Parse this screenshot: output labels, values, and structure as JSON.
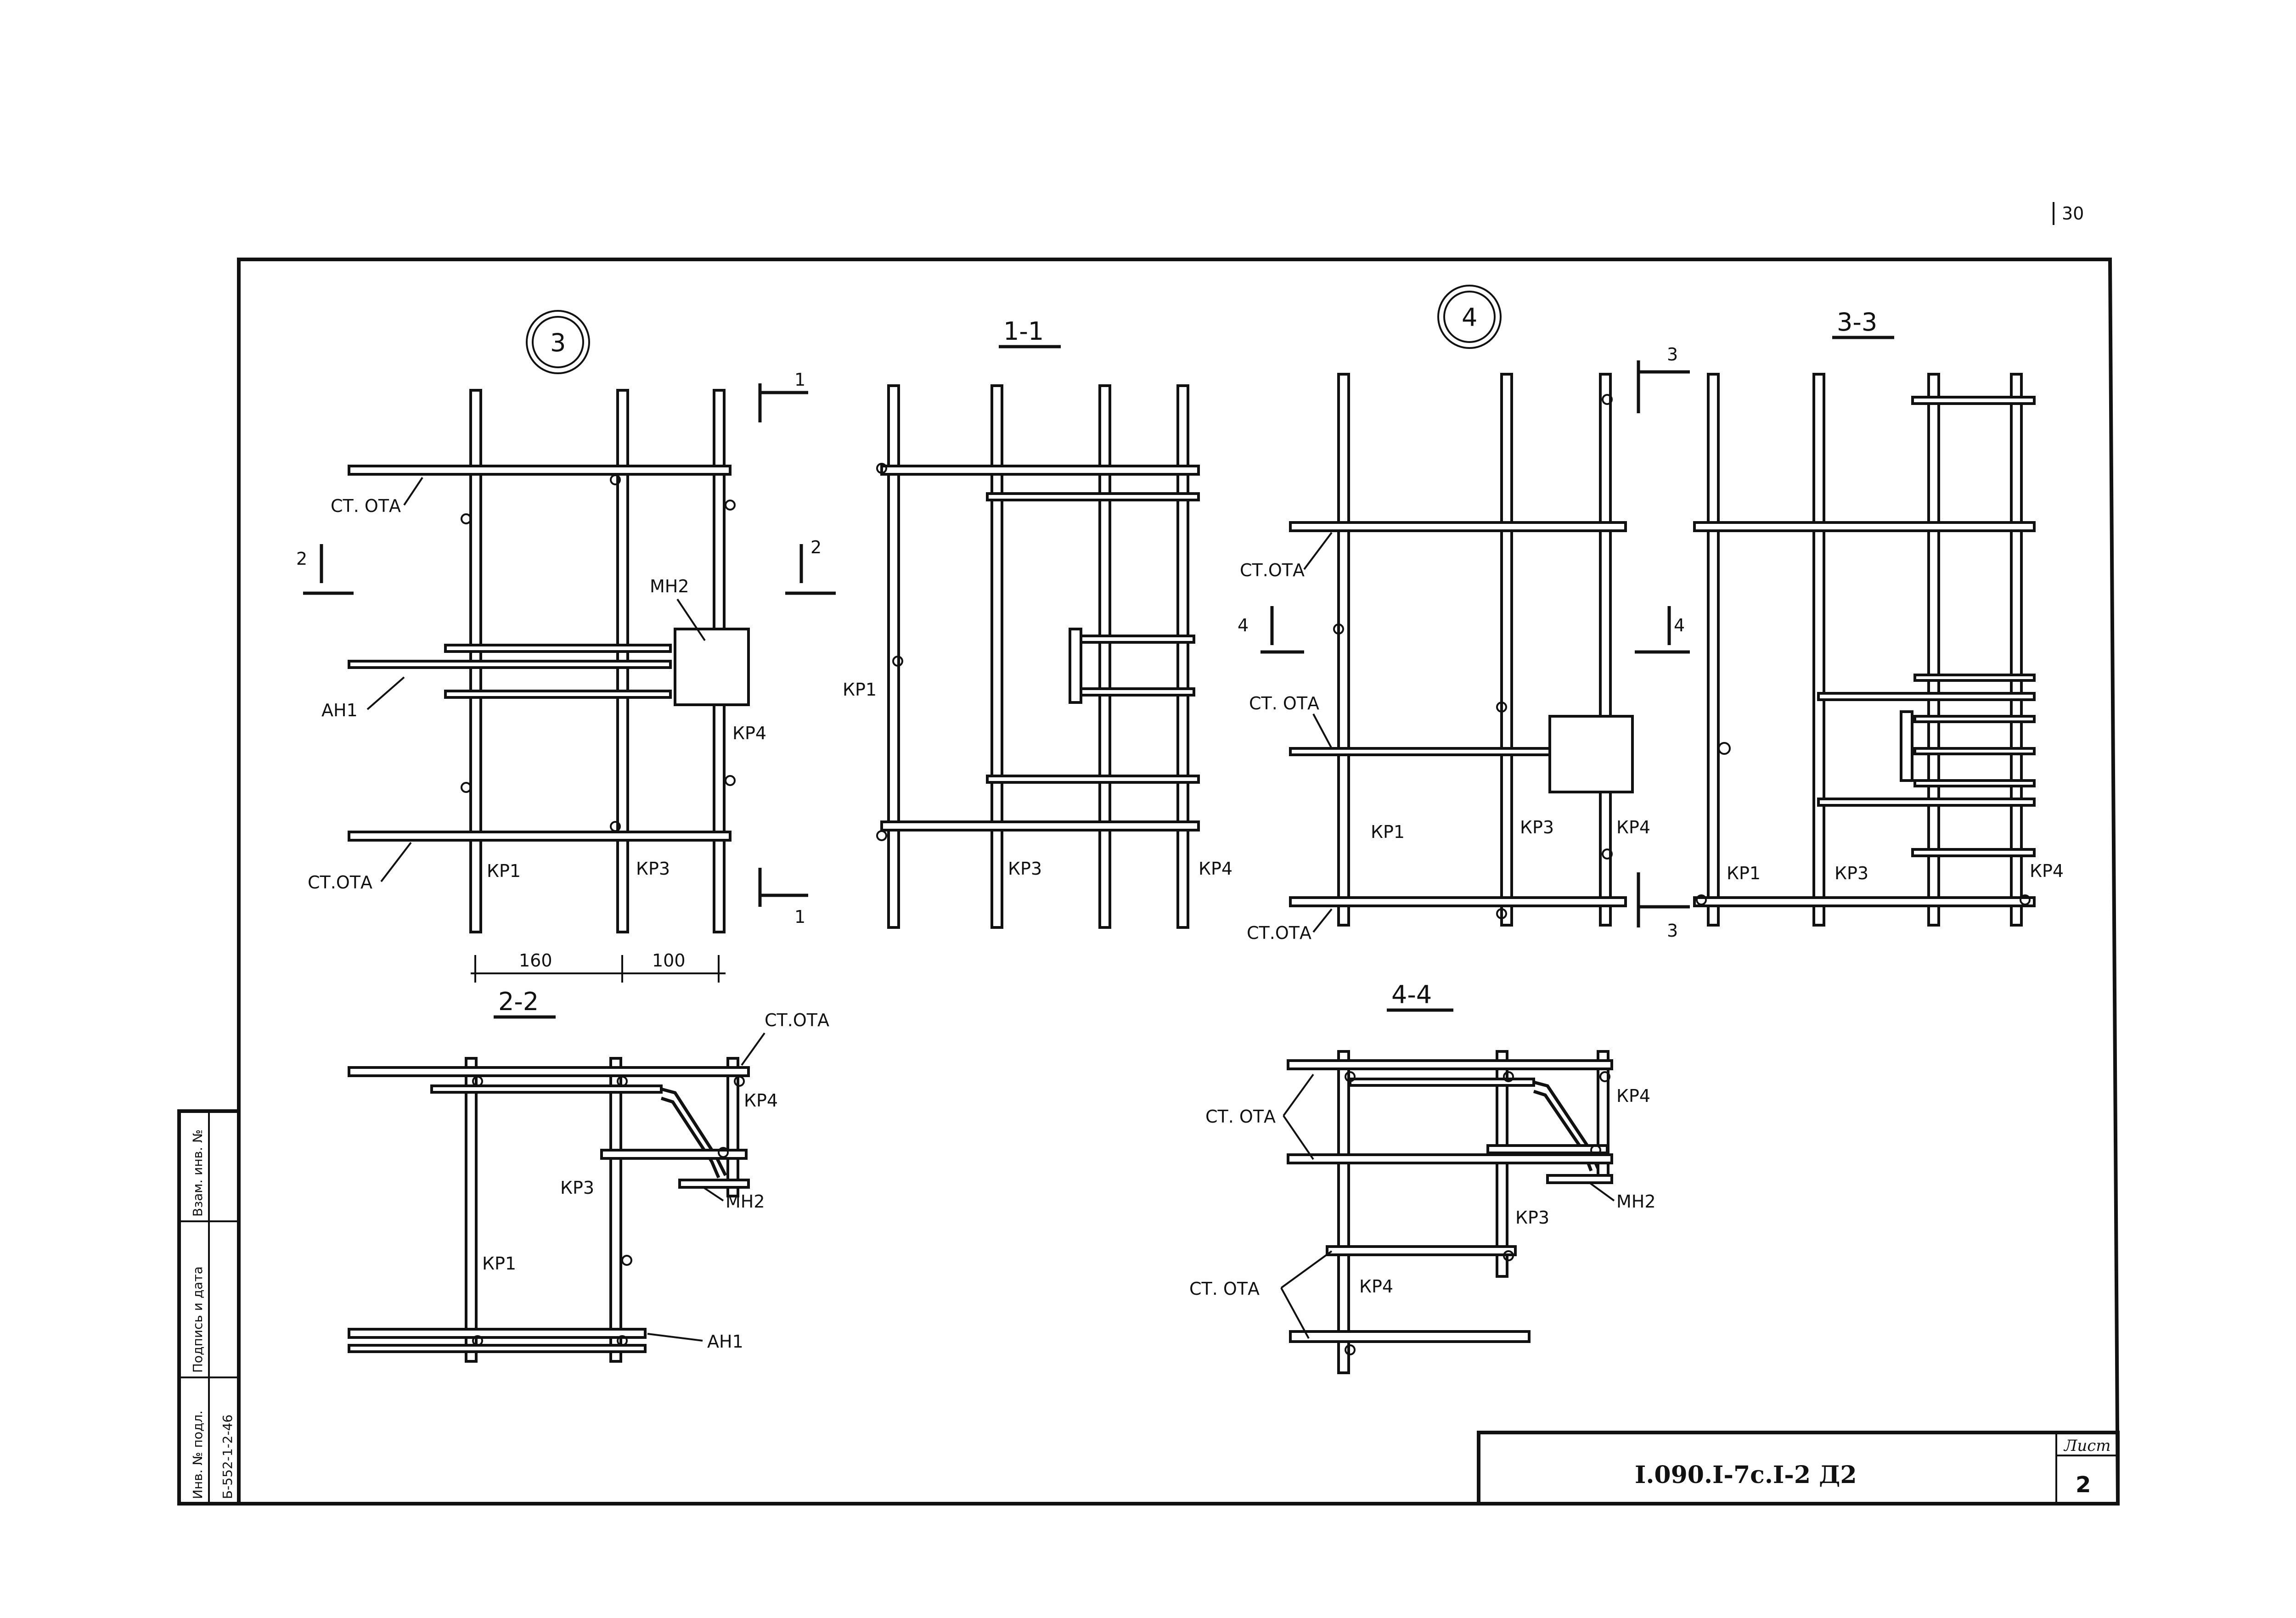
{
  "page_number": "30",
  "details": {
    "d3": {
      "mark": "3"
    },
    "d4": {
      "mark": "4"
    }
  },
  "sections": {
    "s11": "1-1",
    "s22": "2-2",
    "s33": "3-3",
    "s44": "4-4"
  },
  "cut_marks": {
    "c1a": "1",
    "c1b": "1",
    "c2a": "2",
    "c2b": "2",
    "c3a": "3",
    "c3b": "3",
    "c4a": "4",
    "c4b": "4"
  },
  "labels": {
    "st_ota": "СТ. ОТА",
    "st_ota_b": "СТ.ОТА",
    "kr1": "КР1",
    "kr3": "КР3",
    "kr4": "КР4",
    "mn2": "МН2",
    "an1": "АН1"
  },
  "dimensions": {
    "d160": "160",
    "d100": "100"
  },
  "stamp": {
    "code": "I.090.I-7c.I-2 Д2",
    "sheet_label": "Лист",
    "sheet_number": "2"
  },
  "side_stamp": {
    "inv_no": "Инв. № подл.",
    "sign_date": "Подпись и дата",
    "replaced": "Взам. инв. №",
    "archive_no": "Б-552-1-2-46"
  }
}
